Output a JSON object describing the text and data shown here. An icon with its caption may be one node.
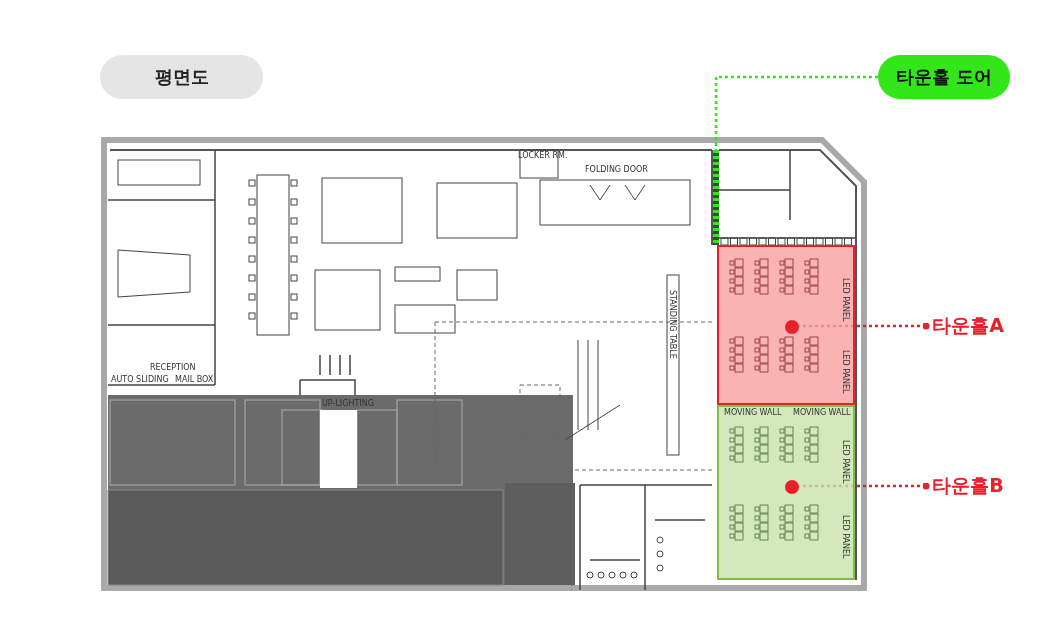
{
  "diagram": {
    "title": "평면도",
    "nodes": [
      {
        "text": [
          "타운홀 도어"
        ]
      },
      {
        "text": [],
        "shape": "bar"
      },
      {
        "text": [],
        "shape": "box"
      },
      {
        "text": [],
        "shape": "circle",
        "in": 2
      },
      {
        "text": [
          "타운홀A"
        ]
      },
      {
        "text": [],
        "shape": "box"
      },
      {
        "text": [],
        "shape": "circle",
        "in": 5
      },
      {
        "text": [
          "타운홀B"
        ]
      }
    ],
    "edges": [
      {
        "from": 0,
        "to": 1,
        "arrow": "none",
        "style": "dashed",
        "color": "#33e619"
      },
      {
        "from": 4,
        "to": 3,
        "arrow": "other",
        "style": "dashed"
      },
      {
        "from": 7,
        "to": 6,
        "arrow": "other",
        "style": "dashed"
      }
    ],
    "labels": [
      "LOCKER RM.",
      "FOLDING DOOR",
      "STANDING TABLE",
      "UP-LIGHTING",
      "RECEPTION",
      "AUTO SLIDING",
      "MAIL BOX",
      "MOVING WALL",
      "MOVING WALL",
      "LED PANEL",
      "LED PANEL",
      "LED PANEL",
      "LED PANEL"
    ]
  }
}
